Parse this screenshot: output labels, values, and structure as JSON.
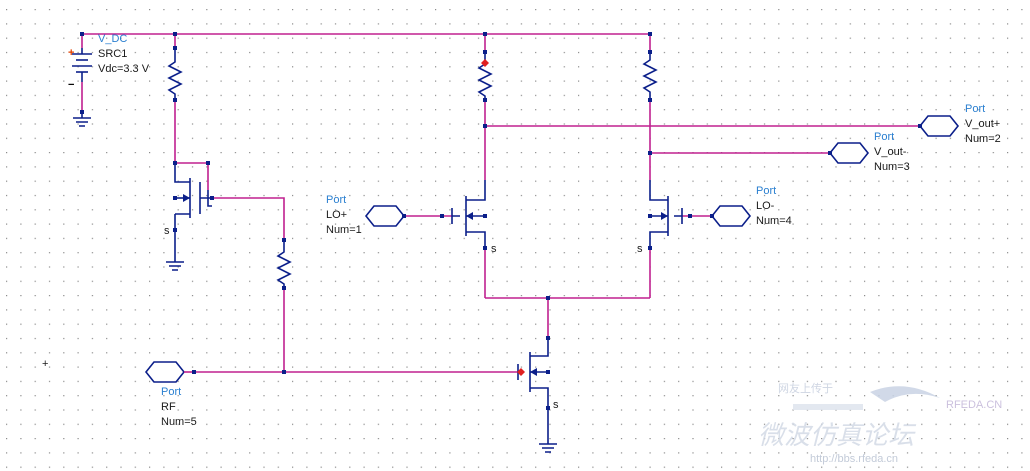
{
  "colors": {
    "wire": "#c0208f",
    "component": "#0b1f8a",
    "label": "#2a7fd0",
    "grid": "#8a8a8a",
    "watermark": "#b8c4d8"
  },
  "source": {
    "type_label": "V_DC",
    "name": "SRC1",
    "value": "Vdc=3.3 V",
    "plus": "+",
    "minus": "−"
  },
  "ports": [
    {
      "id": "lo_plus",
      "title": "Port",
      "name": "LO+",
      "num": "Num=1"
    },
    {
      "id": "v_out_plus",
      "title": "Port",
      "name": "V_out+",
      "num": "Num=2"
    },
    {
      "id": "v_out_minus",
      "title": "Port",
      "name": "V_out-",
      "num": "Num=3"
    },
    {
      "id": "lo_minus",
      "title": "Port",
      "name": "LO-",
      "num": "Num=4"
    },
    {
      "id": "rf",
      "title": "Port",
      "name": "RF",
      "num": "Num=5"
    }
  ],
  "transistor_tag": "s",
  "cursor": "+",
  "watermark": {
    "line1": "网友上传于",
    "brand": "RFEDA.CN",
    "chinese": "微波仿真论坛",
    "url": "http://bbs.rfeda.cn"
  }
}
